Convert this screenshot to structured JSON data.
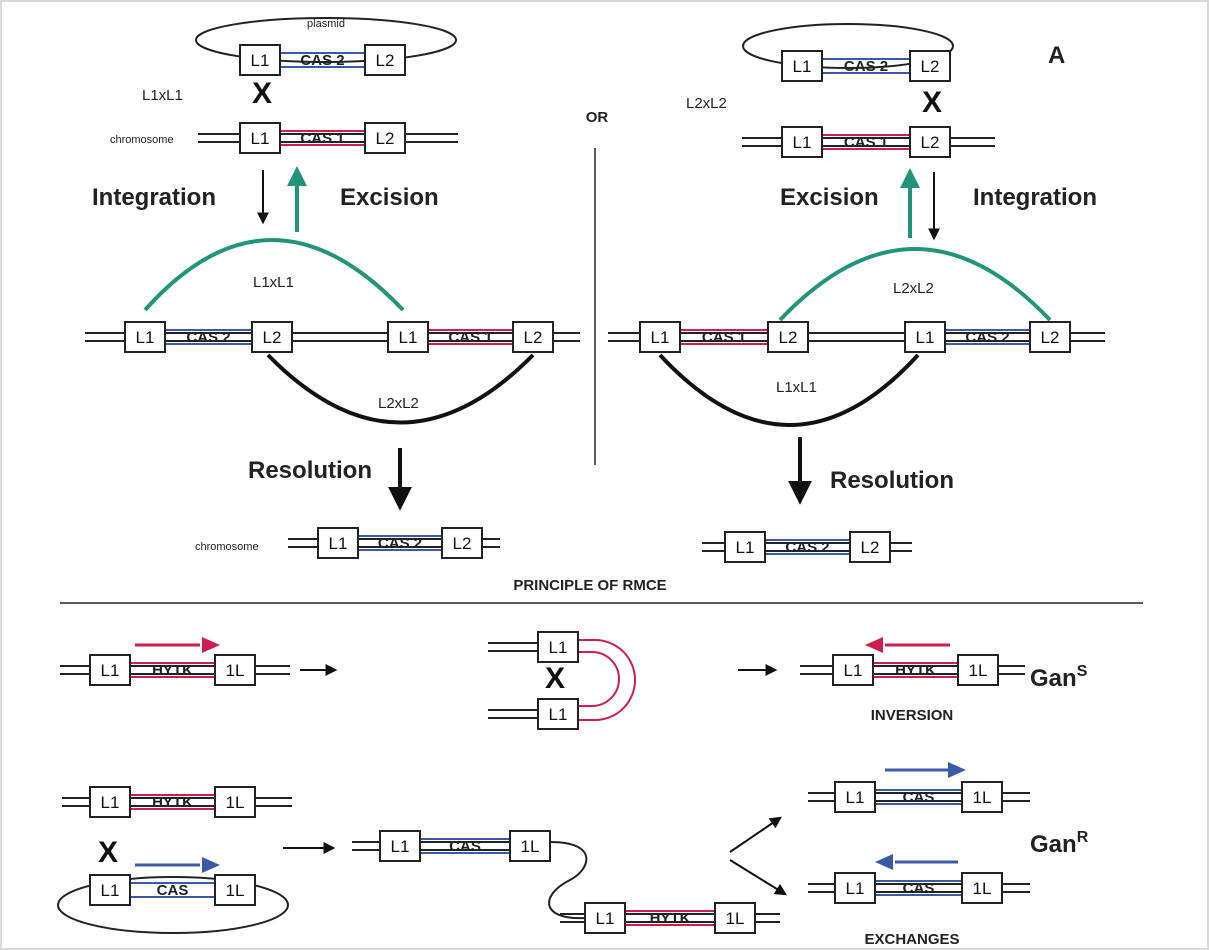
{
  "colors": {
    "blue": "#3b5aa6",
    "red": "#cc1f4f",
    "green": "#22947a",
    "black": "#111111"
  },
  "top": {
    "corner_label": "A",
    "or_label": "OR",
    "plasmid_label": "plasmid",
    "chromosome_label": "chromosome",
    "l1xl1": "L1xL1",
    "l2xl2": "L2xL2",
    "integration": "Integration",
    "excision": "Excision",
    "resolution": "Resolution",
    "cross_mark": "X",
    "title": "PRINCIPLE OF RMCE"
  },
  "sites": {
    "l1": "L1",
    "l2": "L2",
    "inv_l1": "1L"
  },
  "cassettes": {
    "cas1": "CAS 1",
    "cas2": "CAS 2",
    "hytk": "HYTK",
    "cas": "CAS"
  },
  "bottom": {
    "gan_s": "Gan",
    "gan_s_sup": "S",
    "gan_r": "Gan",
    "gan_r_sup": "R",
    "inversion": "INVERSION",
    "exchanges": "EXCHANGES",
    "cross_mark": "X"
  }
}
